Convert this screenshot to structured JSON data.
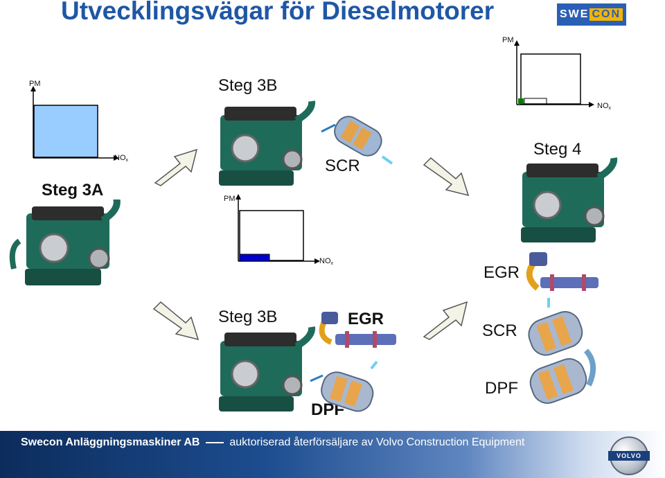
{
  "title": "Utvecklingsvägar för Dieselmotorer",
  "logo": {
    "left": "SWE",
    "right": "CON"
  },
  "colors": {
    "title": "#1f57a5",
    "steg3a_area": "#99ccff",
    "steg3b_area": "#0000cc",
    "steg4_area": "#008000",
    "engine_green": "#1f6b5a",
    "footer_dark": "#0c2c5c"
  },
  "diagrams": {
    "pm": "PM",
    "nox": "NO",
    "nox_sub": "x"
  },
  "labels": {
    "steg3a": "Steg 3A",
    "steg3b_top": "Steg 3B",
    "steg3b_bottom": "Steg 3B",
    "steg4": "Steg 4",
    "scr_top": "SCR",
    "egr_bottom": "EGR",
    "dpf_bottom": "DPF",
    "egr_right": "EGR",
    "scr_right": "SCR",
    "dpf_right": "DPF"
  },
  "footer": {
    "company": "Swecon Anläggningsmaskiner AB",
    "rest": "auktoriserad återförsäljare av Volvo Construction Equipment",
    "logo_text": "VOLVO"
  }
}
